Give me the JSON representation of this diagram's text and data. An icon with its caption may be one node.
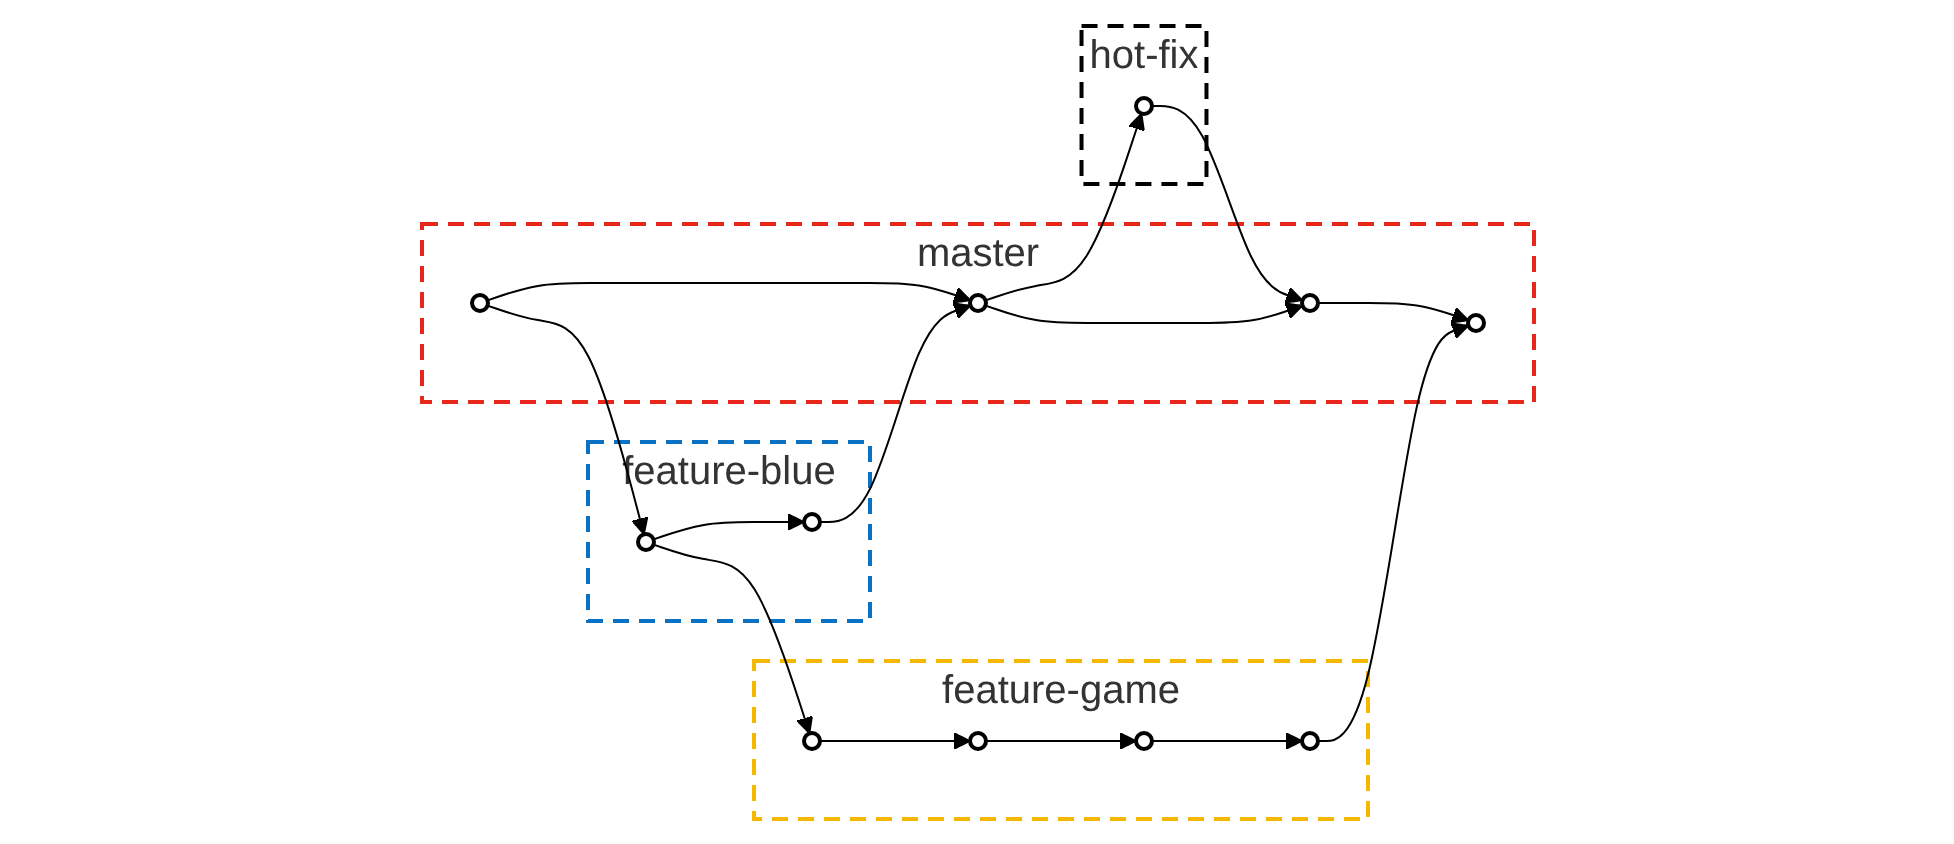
{
  "diagram": {
    "nodes": [
      {
        "text": [
          "hot-fix"
        ]
      },
      {
        "text": [],
        "shape": "circle",
        "in": 0
      },
      {
        "text": [
          "master"
        ]
      },
      {
        "text": [],
        "shape": "circle",
        "in": 2
      },
      {
        "text": [],
        "shape": "circle",
        "in": 2
      },
      {
        "text": [],
        "shape": "circle",
        "in": 2
      },
      {
        "text": [],
        "shape": "circle",
        "in": 2
      },
      {
        "text": [
          "feature-blue"
        ]
      },
      {
        "text": [],
        "shape": "circle",
        "in": 7
      },
      {
        "text": [],
        "shape": "circle",
        "in": 7
      },
      {
        "text": [
          "feature-game"
        ]
      },
      {
        "text": [],
        "shape": "circle",
        "in": 10
      },
      {
        "text": [],
        "shape": "circle",
        "in": 10
      },
      {
        "text": [],
        "shape": "circle",
        "in": 10
      },
      {
        "text": [],
        "shape": "circle",
        "in": 10
      }
    ],
    "edges": [
      {
        "from": 3,
        "to": 4,
        "arrow": "to"
      },
      {
        "from": 3,
        "to": 8,
        "arrow": "to"
      },
      {
        "from": 8,
        "to": 9,
        "arrow": "to"
      },
      {
        "from": 8,
        "to": 11,
        "arrow": "to"
      },
      {
        "from": 9,
        "to": 4,
        "arrow": "to"
      },
      {
        "from": 4,
        "to": 1,
        "arrow": "to"
      },
      {
        "from": 1,
        "to": 5,
        "arrow": "to"
      },
      {
        "from": 4,
        "to": 5,
        "arrow": "to"
      },
      {
        "from": 5,
        "to": 6,
        "arrow": "to"
      },
      {
        "from": 11,
        "to": 12,
        "arrow": "to"
      },
      {
        "from": 12,
        "to": 13,
        "arrow": "to"
      },
      {
        "from": 13,
        "to": 14,
        "arrow": "to"
      },
      {
        "from": 14,
        "to": 6,
        "arrow": "to"
      }
    ]
  }
}
